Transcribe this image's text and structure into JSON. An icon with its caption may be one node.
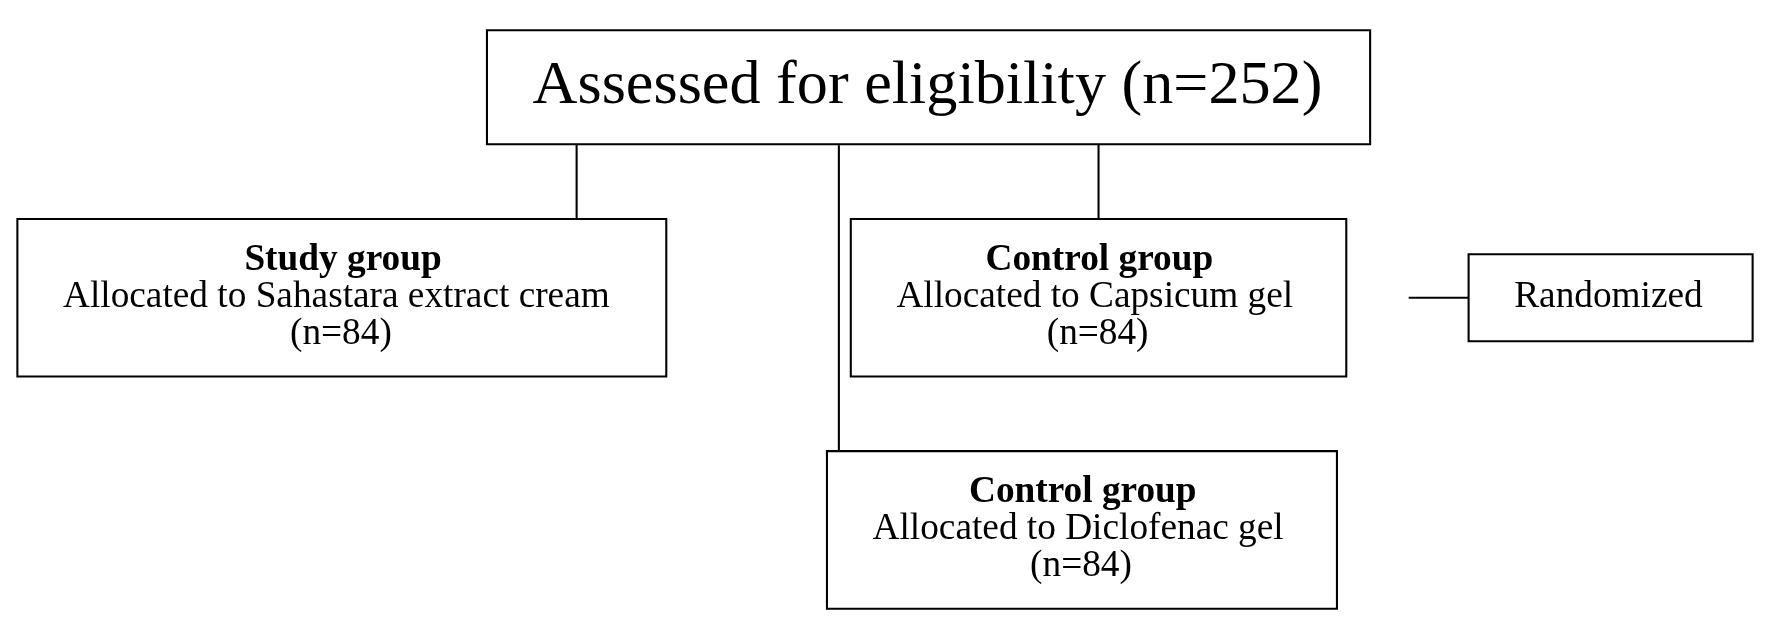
{
  "diagram": {
    "nodes": [
      {
        "text": [
          "Assessed for eligibility (n=252)"
        ]
      },
      {
        "text": [
          "Randomized"
        ]
      },
      {
        "text": [
          "Study group",
          "Allocated to Sahastara extract cream",
          "(n=84)"
        ]
      },
      {
        "text": [
          "Control group",
          "Allocated to Diclofenac gel",
          "(n=84)"
        ]
      },
      {
        "text": [
          "Control group",
          "Allocated to Capsicum gel",
          "(n=84)"
        ]
      }
    ],
    "edges": [
      {
        "from": 0,
        "to": 2,
        "arrow": "none"
      },
      {
        "from": 0,
        "to": 3,
        "arrow": "none"
      },
      {
        "from": 0,
        "to": 4,
        "arrow": "none"
      },
      {
        "from": 1,
        "to": null,
        "arrow": "none"
      }
    ]
  }
}
